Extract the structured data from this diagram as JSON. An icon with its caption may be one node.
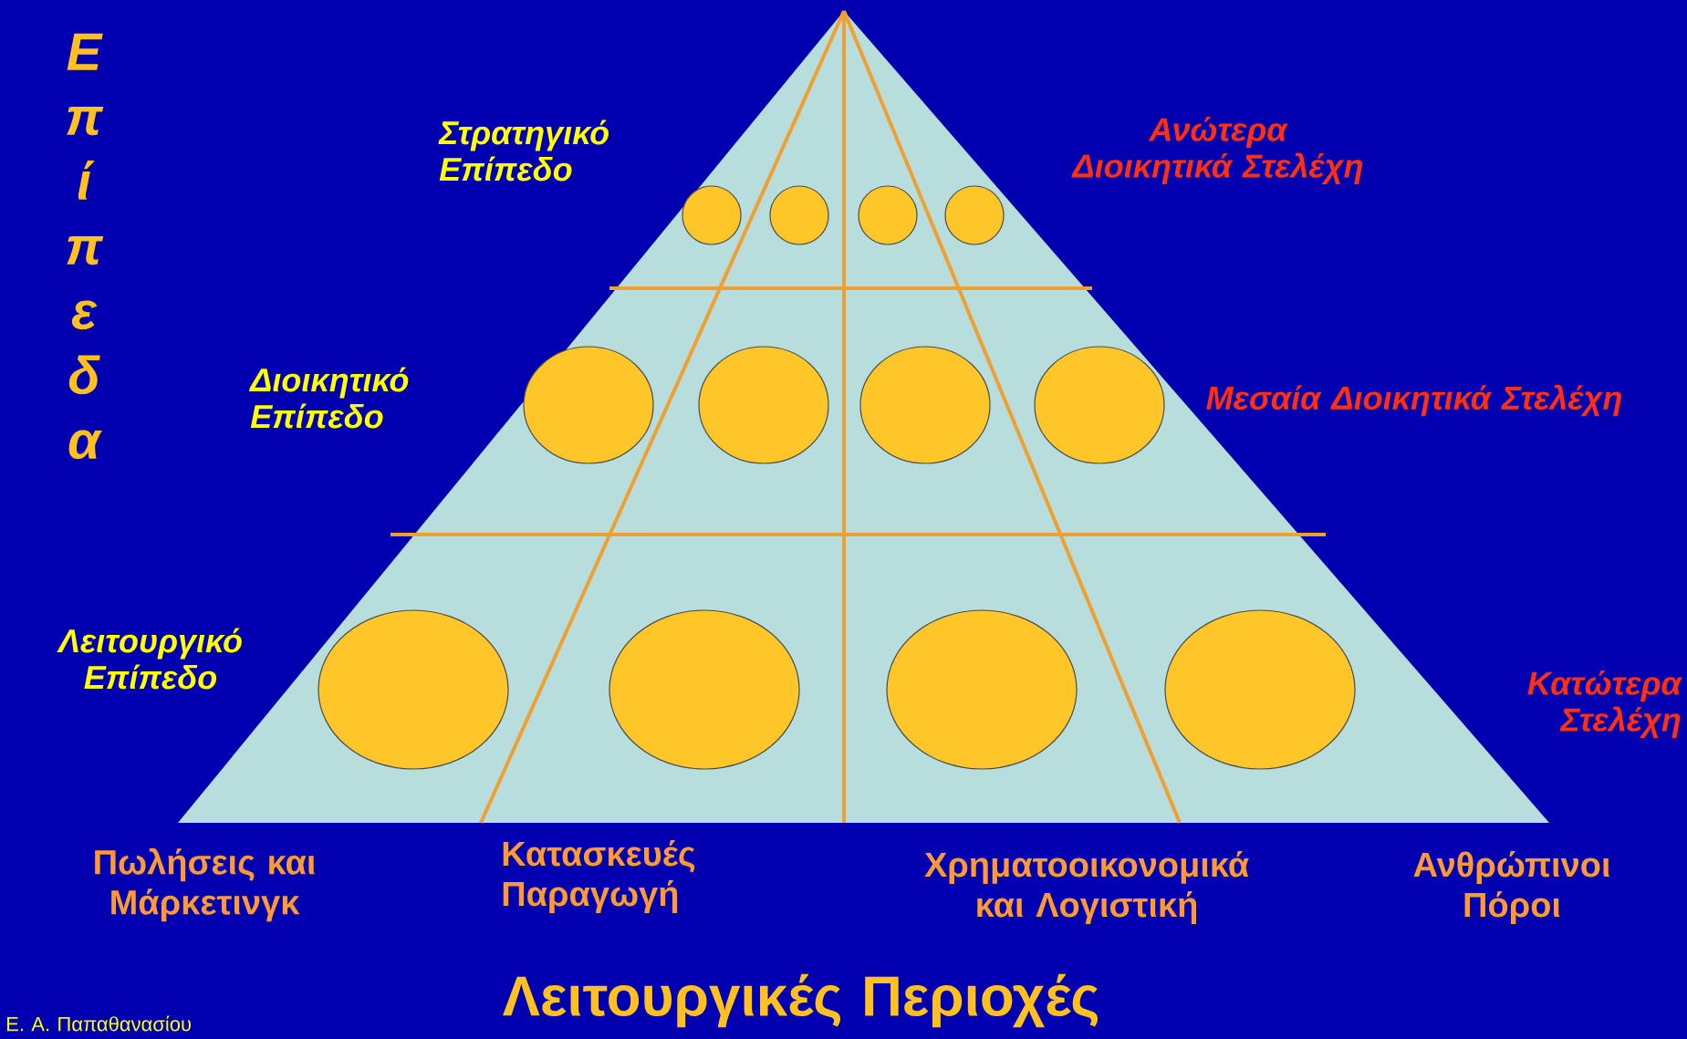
{
  "diagram": {
    "nodes": [
      {
        "text": [],
        "shape": "circle"
      },
      {
        "text": [],
        "shape": "circle"
      },
      {
        "text": [],
        "shape": "circle"
      },
      {
        "text": [],
        "shape": "circle"
      },
      {
        "text": [],
        "shape": "circle"
      },
      {
        "text": [],
        "shape": "circle"
      },
      {
        "text": [],
        "shape": "circle"
      },
      {
        "text": [],
        "shape": "circle"
      },
      {
        "text": [],
        "shape": "circle"
      },
      {
        "text": [],
        "shape": "circle"
      },
      {
        "text": [],
        "shape": "circle"
      },
      {
        "text": [],
        "shape": "circle"
      }
    ],
    "labels": [
      "Επίπεδα",
      "Στρατηγικό Επίπεδο",
      "Ανώτερα Διοικητικά  Στελέχη",
      "Διοικητικό Επίπεδο",
      "Μεσαία Διοικητικά Στελέχη",
      "Λειτουργικό Επίπεδο",
      "Κατώτερα Στελέχη",
      "Πωλήσεις και Μάρκετινγκ",
      "Κατασκευές Παραγωγή",
      "Χρηματοοικονομικά και Λογιστική",
      "Ανθρώπινοι Πόροι",
      "Λειτουργικές Περιοχές",
      "Ε. Α. Παπαθανασίου"
    ]
  }
}
